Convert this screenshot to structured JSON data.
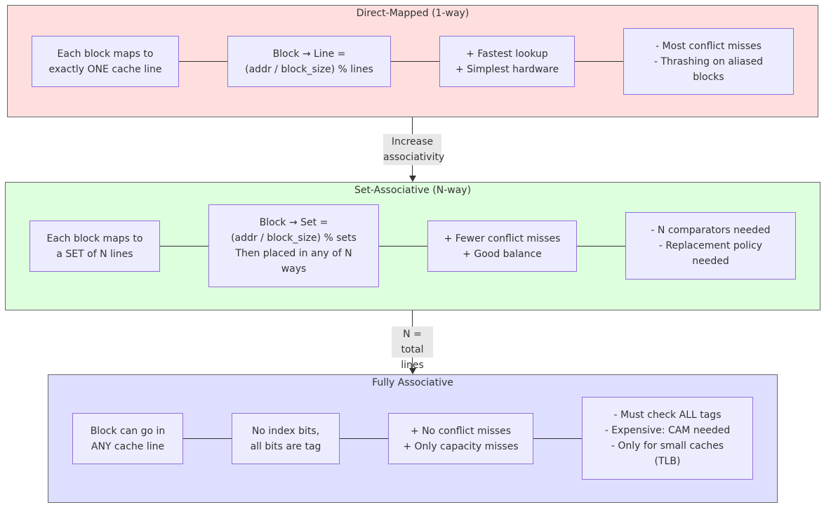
{
  "colors": {
    "direct_mapped_bg": "#ffdede",
    "set_associative_bg": "#deffde",
    "fully_associative_bg": "#dedeff",
    "node_fill": "#ececff",
    "node_border": "#9370db",
    "edge_label_bg": "#e8e8e8"
  },
  "groups": [
    {
      "title": "Direct-Mapped (1-way)",
      "nodes": [
        "Each block maps to\nexactly ONE cache line",
        "Block → Line =\n(addr / block_size) % lines",
        "+ Fastest lookup\n+ Simplest hardware",
        "- Most conflict misses\n- Thrashing on aliased\nblocks"
      ]
    },
    {
      "title": "Set-Associative (N-way)",
      "nodes": [
        "Each block maps to\na SET of N lines",
        "Block → Set =\n(addr / block_size) % sets\nThen placed in any of N\nways",
        "+ Fewer conflict misses\n+ Good balance",
        "- N comparators needed\n- Replacement policy\nneeded"
      ]
    },
    {
      "title": "Fully Associative",
      "nodes": [
        "Block can go in\nANY cache line",
        "No index bits,\nall bits are tag",
        "+ No conflict misses\n+ Only capacity misses",
        "- Must check ALL tags\n- Expensive: CAM needed\n- Only for small caches\n(TLB)"
      ]
    }
  ],
  "edges": [
    {
      "label": "Increase\nassociativity"
    },
    {
      "label": "N = total\nlines"
    }
  ]
}
